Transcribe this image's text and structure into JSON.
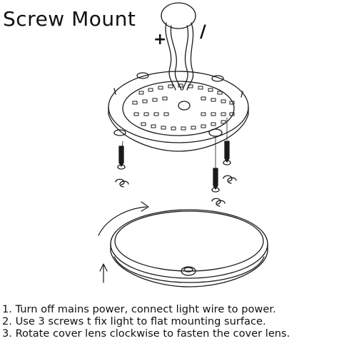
{
  "title": "Screw Mount",
  "polarity": {
    "positive": "+",
    "negative": "/"
  },
  "steps": [
    "1. Turn off mains power, connect light wire to power.",
    "2. Use 3 screws t fix light to flat mounting surface.",
    "3. Rotate cover lens clockwise to fasten the cover lens."
  ]
}
